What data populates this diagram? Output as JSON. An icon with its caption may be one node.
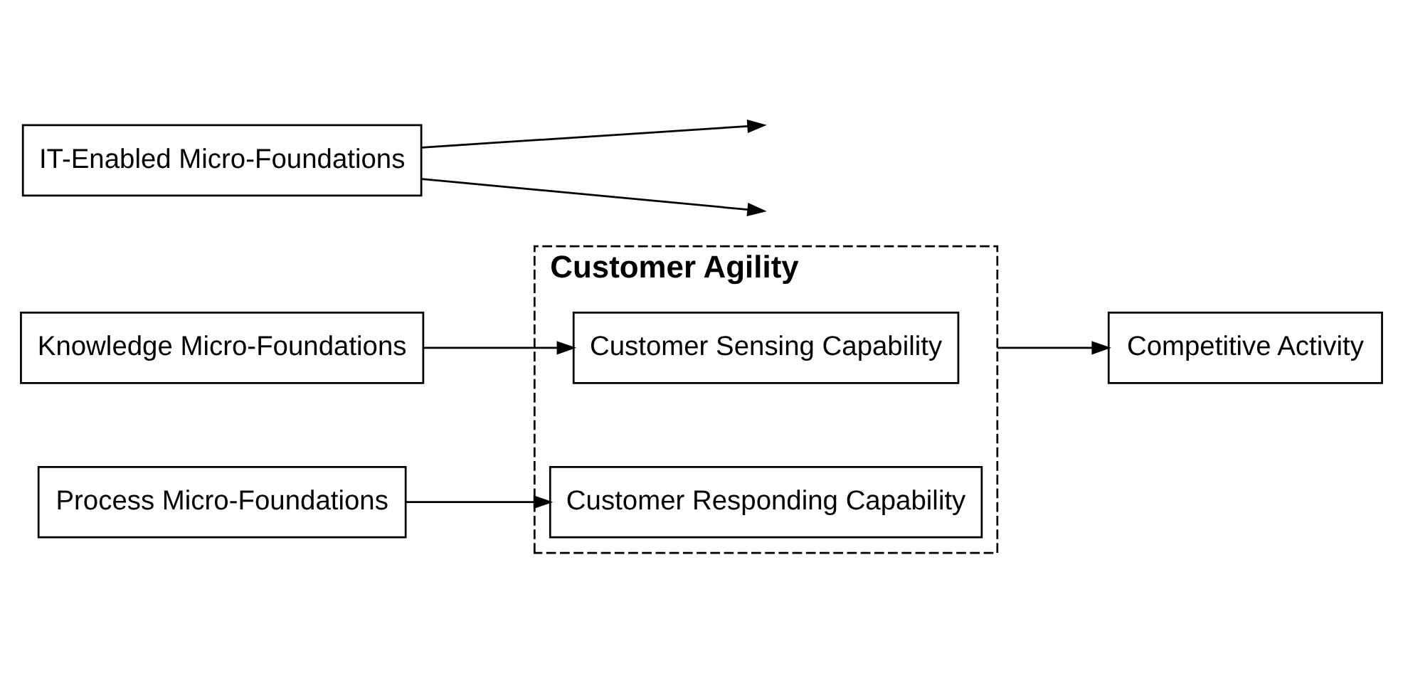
{
  "diagram": {
    "nodes": [
      {
        "text": [
          "Knowledge Micro-Foundations"
        ]
      },
      {
        "text": [
          "IT-Enabled Micro-Foundations"
        ]
      },
      {
        "text": [
          "Process Micro-Foundations"
        ]
      },
      {
        "text": [
          "Customer Agility"
        ]
      },
      {
        "text": [
          "Customer Sensing Capability"
        ],
        "in": 3
      },
      {
        "text": [
          "Customer Responding Capability"
        ],
        "in": 3
      },
      {
        "text": [
          "Competitive Activity"
        ]
      }
    ],
    "edges": [
      {
        "from": 0,
        "to": 4,
        "arrow": "to"
      },
      {
        "from": 1,
        "to": null,
        "arrow": "to"
      },
      {
        "from": 1,
        "to": null,
        "arrow": "to"
      },
      {
        "from": 2,
        "to": 5,
        "arrow": "to"
      },
      {
        "from": 3,
        "to": 6,
        "arrow": "to"
      }
    ]
  }
}
